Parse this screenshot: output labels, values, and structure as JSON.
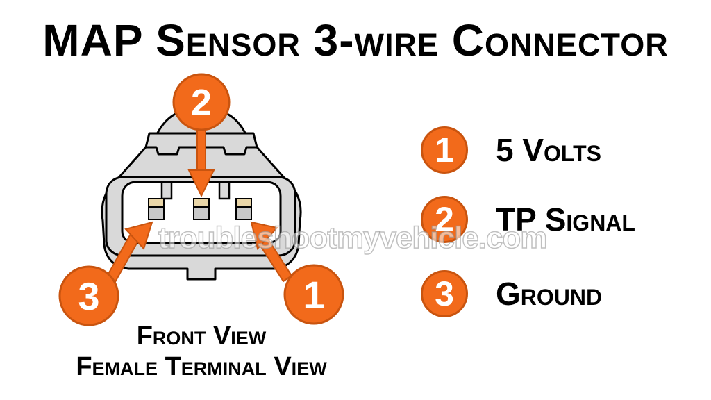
{
  "title": "MAP Sensor 3-wire Connector",
  "colors": {
    "accent_orange": "#F26A1B",
    "connector_gray": "#D9D9D9",
    "terminal_tan": "#E9D6A8"
  },
  "callouts": {
    "top": "2",
    "left": "3",
    "right": "1"
  },
  "captions": {
    "line1": "Front View",
    "line2": "Female Terminal View"
  },
  "legend": [
    {
      "number": "1",
      "label": "5 Volts"
    },
    {
      "number": "2",
      "label": "TP Signal"
    },
    {
      "number": "3",
      "label": "Ground"
    }
  ],
  "watermark": "troubleshootmyvehicle.com"
}
